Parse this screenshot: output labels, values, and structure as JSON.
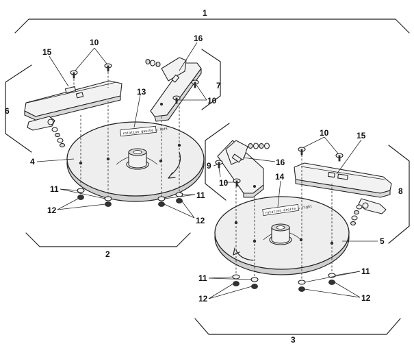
{
  "callouts": {
    "c1": "1",
    "c2": "2",
    "c3": "3",
    "c4": "4",
    "c5": "5",
    "c6": "6",
    "c7": "7",
    "c8": "8",
    "c9": "9",
    "c10a": "10",
    "c10b": "10",
    "c10c": "10",
    "c10d": "10",
    "c11a": "11",
    "c11b": "11",
    "c11c": "11",
    "c11d": "11",
    "c12a": "12",
    "c12b": "12",
    "c12c": "12",
    "c12d": "12",
    "c13": "13",
    "c14": "14",
    "c15a": "15",
    "c15b": "15",
    "c16a": "16",
    "c16b": "16"
  },
  "decals": {
    "left_disc": "rotation gauche ↺ left",
    "right_disc": "rotation droite ↻ right"
  }
}
